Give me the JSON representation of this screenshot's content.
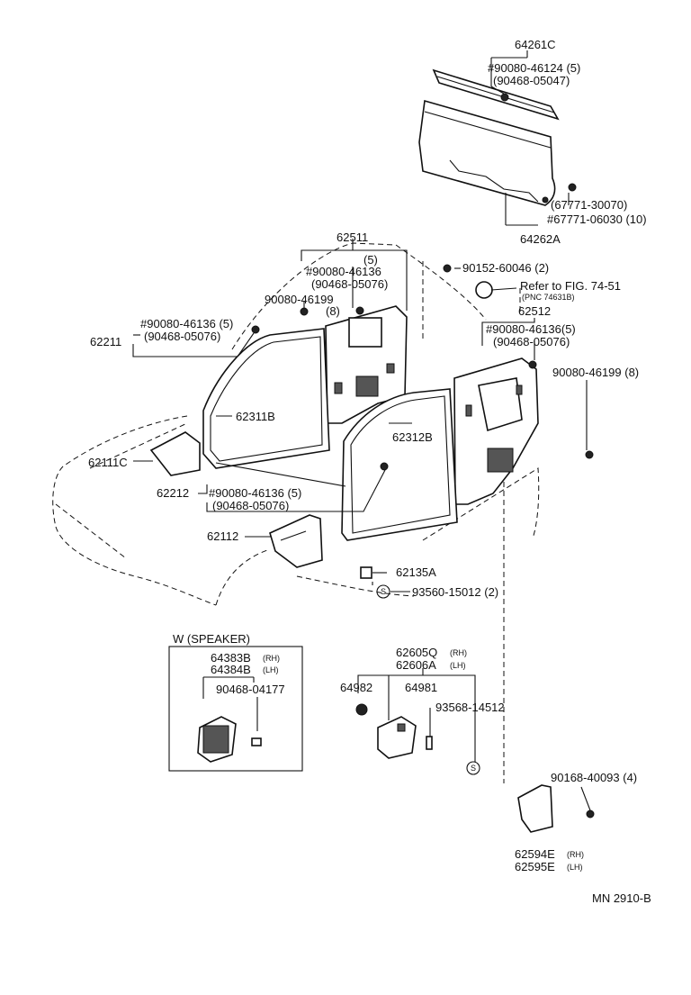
{
  "labels": {
    "l64261c": "64261C",
    "l64261c_b1": "#90080-46124 (5)",
    "l64261c_b2": "(90468-05047)",
    "l67771_a": "(67771-30070)",
    "l67771_b": "#67771-06030 (10)",
    "l64262a": "64262A",
    "l62511": "62511",
    "l62511_q": "(5)",
    "l62511_a": "#90080-46136",
    "l62511_b": "(90468-05076)",
    "l62511_c": "90080-46199",
    "l62511_d": "(8)",
    "l90152": "90152-60046 (2)",
    "lrefer": "Refer  to  FIG. 74-51",
    "lpnc": "(PNC  74631B)",
    "l62512": "62512",
    "l62512_a": "#90080-46136(5)",
    "l62512_b": "(90468-05076)",
    "l62512_c": "90080-46199 (8)",
    "l62211_a": "#90080-46136 (5)",
    "l62211": "62211",
    "l62211_b": "(90468-05076)",
    "l62311b": "62311B",
    "l62312b": "62312B",
    "l62111c": "62111C",
    "l62212": "62212",
    "l62212_a": "#90080-46136 (5)",
    "l62212_b": "(90468-05076)",
    "l62112": "62112",
    "l62135a": "62135A",
    "l93560": "93560-15012 (2)",
    "s_mark": "S",
    "w_speaker": "W (SPEAKER)",
    "l64383b": "64383B",
    "l64383b_s": "(RH)",
    "l64384b": "64384B",
    "l64384b_s": "(LH)",
    "l90468": "90468-04177",
    "l62605q": "62605Q",
    "l62605q_s": "(RH)",
    "l62606a": "62606A",
    "l62606a_s": "(LH)",
    "l64982": "64982",
    "l64981": "64981",
    "l93568": "93568-14512",
    "l90168": "90168-40093 (4)",
    "l62594e": "62594E",
    "l62594e_s": "(RH)",
    "l62595e": "62595E",
    "l62595e_s": "(LH)",
    "l_mn": "MN  2910-B"
  }
}
